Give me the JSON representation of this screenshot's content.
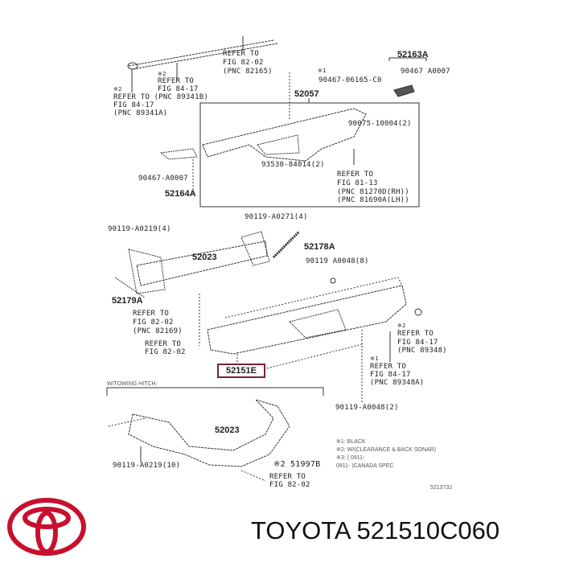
{
  "diagram": {
    "labels_top": {
      "refer_82165": [
        "REFER TO",
        "FIG 82-02",
        "(PNC 82165)"
      ],
      "refer_89341b": [
        "※2",
        "REFER TO",
        "FIG 84-17"
      ],
      "refer_89341a": [
        "※2",
        "REFER TO (PNC 89341B)",
        "FIG 84-17",
        "(PNC 89341A)"
      ],
      "p52163A": "52163A",
      "p90467_A0007_r": "90467 A0007",
      "mark1": "※1",
      "p90467_06165": "90467-06165-C0",
      "p52057": "52057",
      "p90075": "90075-10004(2)",
      "p93530": "93530-84014(2)",
      "refer_81": [
        "REFER TO",
        "FIG 81-13",
        "(PNC 81270D(RH))",
        "(PNC 81690A(LH))"
      ],
      "p90467_A0007_l": "90467-A0007",
      "p52164A": "52164A",
      "p90119_A0271": "90119-A0271(4)"
    },
    "labels_mid": {
      "p90119_A0219_4": "90119-A0219(4)",
      "p52023": "52023",
      "p52178A": "52178A",
      "p90119_A0048_8": "90119 A0048(8)",
      "p52179A": "52179A",
      "refer_82169": [
        "REFER TO",
        "FIG 82-02",
        "(PNC 82169)"
      ],
      "refer_8202": [
        "REFER TO",
        "FIG 82-02"
      ],
      "highlight_part": "52151E",
      "refer_89348": [
        "※2",
        "REFER TO",
        "FIG 84-17",
        "(PNC 89348)"
      ],
      "refer_89348a": [
        "※1",
        "REFER TO",
        "FIG 84-17",
        "(PNC 89348A)"
      ],
      "p90119_A0048_2": "90119-A0048(2)"
    },
    "labels_bottom": {
      "hitch_title": "W/TOWING HITCH:",
      "p52023": "52023",
      "p90119_A0219_10": "90119-A0219(10)",
      "p51997B": "※2 51997B",
      "refer_8202": [
        "REFER TO",
        "FIG 82-02"
      ],
      "notes": [
        "※1: BLACK",
        "※2: W/(CLEARANCE & BACK SONAR)",
        "※3: (      0911-",
        "   0911-    )CANADA SPEC"
      ],
      "figure_code": "521373J"
    },
    "highlight_color": "#7a2035"
  },
  "footer": {
    "brand": "TOYOTA",
    "part_number": "521510C060",
    "logo_color": "#c8102e"
  }
}
